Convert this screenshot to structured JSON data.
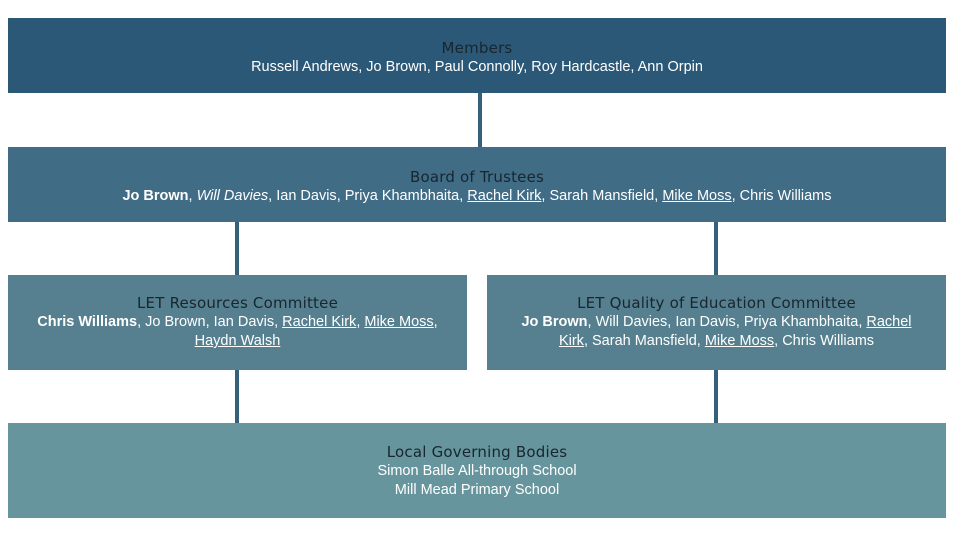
{
  "colors": {
    "members_bg": "#2b5876",
    "trustees_bg": "#416c85",
    "committee_bg": "#56808f",
    "lgb_bg": "#67959d",
    "connector": "#34607a",
    "title_text": "#17262f",
    "names_text": "#ffffff"
  },
  "members": {
    "title": "Members",
    "names": "Russell Andrews, Jo Brown, Paul Connolly, Roy Hardcastle, Ann Orpin"
  },
  "trustees": {
    "title": "Board of Trustees",
    "people": [
      {
        "name": "Jo Brown",
        "style": "bold"
      },
      {
        "name": "Will Davies",
        "style": "italic"
      },
      {
        "name": "Ian Davis",
        "style": "plain"
      },
      {
        "name": "Priya Khambhaita",
        "style": "plain"
      },
      {
        "name": "Rachel Kirk",
        "style": "underline"
      },
      {
        "name": "Sarah Mansfield",
        "style": "plain"
      },
      {
        "name": "Mike Moss",
        "style": "underline"
      },
      {
        "name": "Chris Williams",
        "style": "plain"
      }
    ]
  },
  "resources_committee": {
    "title": "LET Resources Committee",
    "people": [
      {
        "name": "Chris Williams",
        "style": "bold"
      },
      {
        "name": "Jo Brown",
        "style": "plain"
      },
      {
        "name": "Ian Davis",
        "style": "plain"
      },
      {
        "name": "Rachel Kirk",
        "style": "underline"
      },
      {
        "name": "Mike Moss",
        "style": "underline"
      },
      {
        "name": "Haydn Walsh",
        "style": "underline"
      }
    ]
  },
  "quality_committee": {
    "title": "LET Quality of Education Committee",
    "people": [
      {
        "name": "Jo Brown",
        "style": "bold"
      },
      {
        "name": "Will Davies",
        "style": "plain"
      },
      {
        "name": "Ian Davis",
        "style": "plain"
      },
      {
        "name": "Priya Khambhaita",
        "style": "plain"
      },
      {
        "name": "Rachel Kirk",
        "style": "underline"
      },
      {
        "name": "Sarah Mansfield",
        "style": "plain"
      },
      {
        "name": "Mike Moss",
        "style": "underline"
      },
      {
        "name": "Chris Williams",
        "style": "plain"
      }
    ]
  },
  "local_governing_bodies": {
    "title": "Local Governing Bodies",
    "schools": [
      "Simon Balle All-through School",
      "Mill Mead Primary School"
    ]
  }
}
